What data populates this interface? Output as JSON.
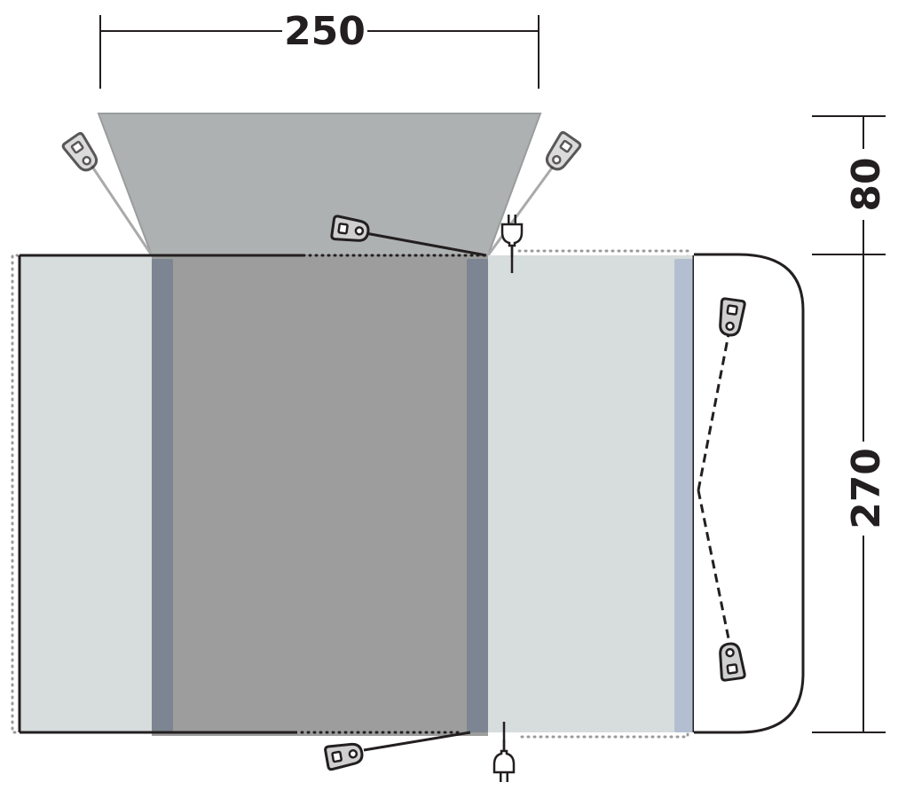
{
  "dimensions": {
    "width_label": "250",
    "canopy_depth_label": "80",
    "depth_label": "270"
  },
  "colors": {
    "line": "#231f20",
    "canopy": "#aeb1b1",
    "canopy_edge": "#9a9d9d",
    "side_panel": "#d7dcdc",
    "center_panel": "#9d9d9d",
    "pole": "#7c8591",
    "rear_pole": "#b3bfd0",
    "peg_fill": "#cfcfcf",
    "guy_light": "#aaaaaa",
    "dotted": "#9a9a9a"
  },
  "icons": {
    "peg": "peg-icon",
    "plug": "power-plug-icon"
  }
}
